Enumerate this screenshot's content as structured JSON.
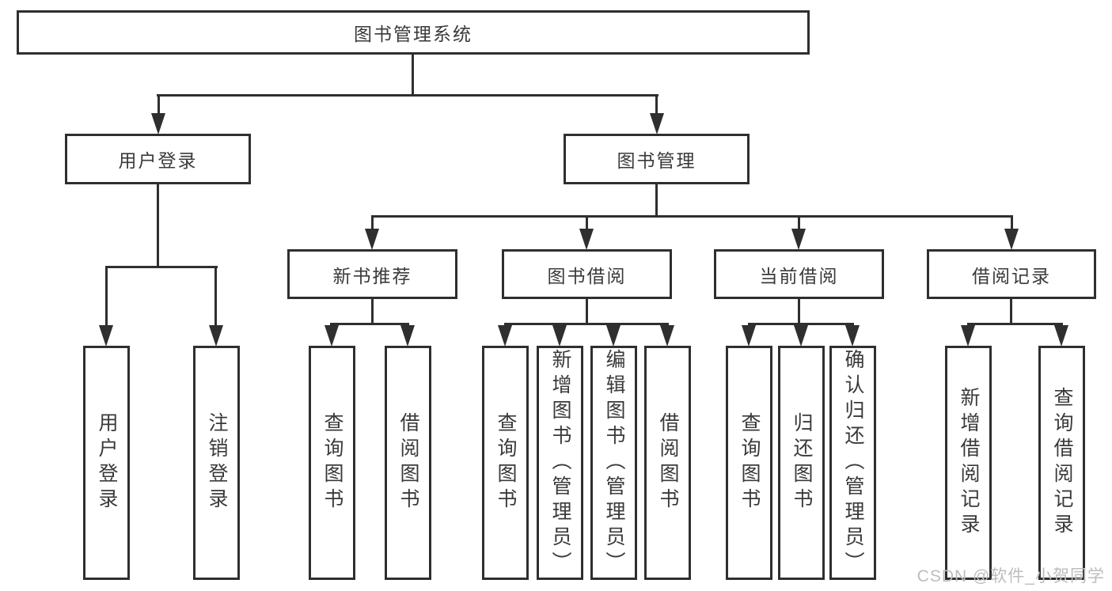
{
  "diagram": {
    "title_node": {
      "label": "图书管理系统"
    },
    "level2": [
      {
        "label": "用户登录"
      },
      {
        "label": "图书管理"
      }
    ],
    "level3": [
      {
        "label": "新书推荐"
      },
      {
        "label": "图书借阅"
      },
      {
        "label": "当前借阅"
      },
      {
        "label": "借阅记录"
      }
    ],
    "leaves": [
      {
        "parent": "用户登录",
        "label": "用户登录"
      },
      {
        "parent": "用户登录",
        "label": "注销登录"
      },
      {
        "parent": "新书推荐",
        "label": "查询图书"
      },
      {
        "parent": "新书推荐",
        "label": "借阅图书"
      },
      {
        "parent": "图书借阅",
        "label": "查询图书"
      },
      {
        "parent": "图书借阅",
        "label": "新增图书（管理员）"
      },
      {
        "parent": "图书借阅",
        "label": "编辑图书（管理员）"
      },
      {
        "parent": "图书借阅",
        "label": "借阅图书"
      },
      {
        "parent": "当前借阅",
        "label": "查询图书"
      },
      {
        "parent": "当前借阅",
        "label": "归还图书"
      },
      {
        "parent": "当前借阅",
        "label": "确认归还（管理员）"
      },
      {
        "parent": "借阅记录",
        "label": "新增借阅记录"
      },
      {
        "parent": "借阅记录",
        "label": "查询借阅记录"
      }
    ],
    "watermark": "CSDN @软件_小贺同学",
    "colors": {
      "line": "#2f2f2f",
      "text": "#3a3a3a",
      "watermark": "#bdbdbd",
      "background": "#ffffff"
    }
  }
}
